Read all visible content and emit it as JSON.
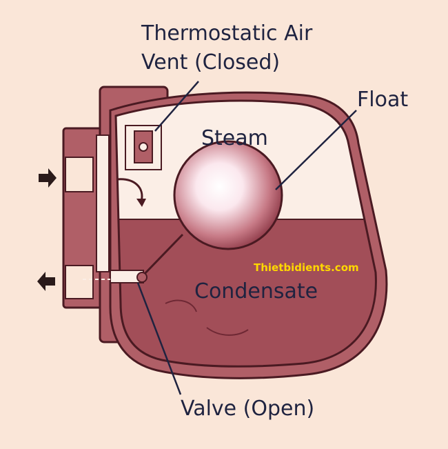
{
  "labels": {
    "air_vent_line1": "Thermostatic Air",
    "air_vent_line2": "Vent (Closed)",
    "float": "Float",
    "steam": "Steam",
    "condensate": "Condensate",
    "valve": "Valve (Open)"
  },
  "watermark": "Thietbidients.com",
  "colors": {
    "background": "#fae6d8",
    "body_fill": "#b05f67",
    "body_stroke": "#4a1a22",
    "condensate": "#a24e58",
    "steam_space": "#fbeee6",
    "label_text": "#1f2340",
    "watermark": "#ffd800",
    "arrow": "#2a1a1a"
  },
  "icons": {
    "inlet": "arrow-right-icon",
    "outlet": "arrow-left-icon"
  }
}
